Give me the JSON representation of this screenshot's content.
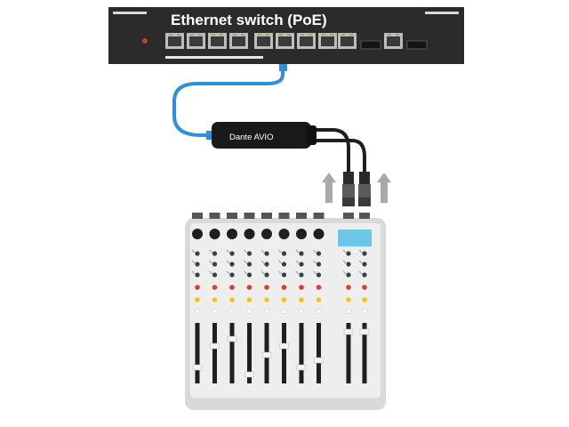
{
  "switch": {
    "title": "Ethernet switch (PoE)",
    "copper_ports": 10,
    "sfp_ports": 2,
    "colors": {
      "body": "#2b2b2b",
      "port_frame": "#bdbdbd",
      "port_led": "#7bc043",
      "power_led": "#d03a2a"
    }
  },
  "adapter": {
    "label": "Dante AVIO",
    "icons": [
      "ethernet-cable",
      "xlr-connector",
      "signal-arrow"
    ],
    "colors": {
      "cable": "#2f8fd8",
      "adapter": "#1a1a1a",
      "arrow": "#a9a9a9"
    }
  },
  "mixer": {
    "channel_strips": 8,
    "master_strips": 2,
    "colors": {
      "body": "#dcdcdc",
      "panel": "#eeeeee",
      "screen": "#6ec6e6",
      "red_led": "#e03a2f",
      "yellow_led": "#f3c514",
      "fader": "#1f1f1f"
    }
  }
}
